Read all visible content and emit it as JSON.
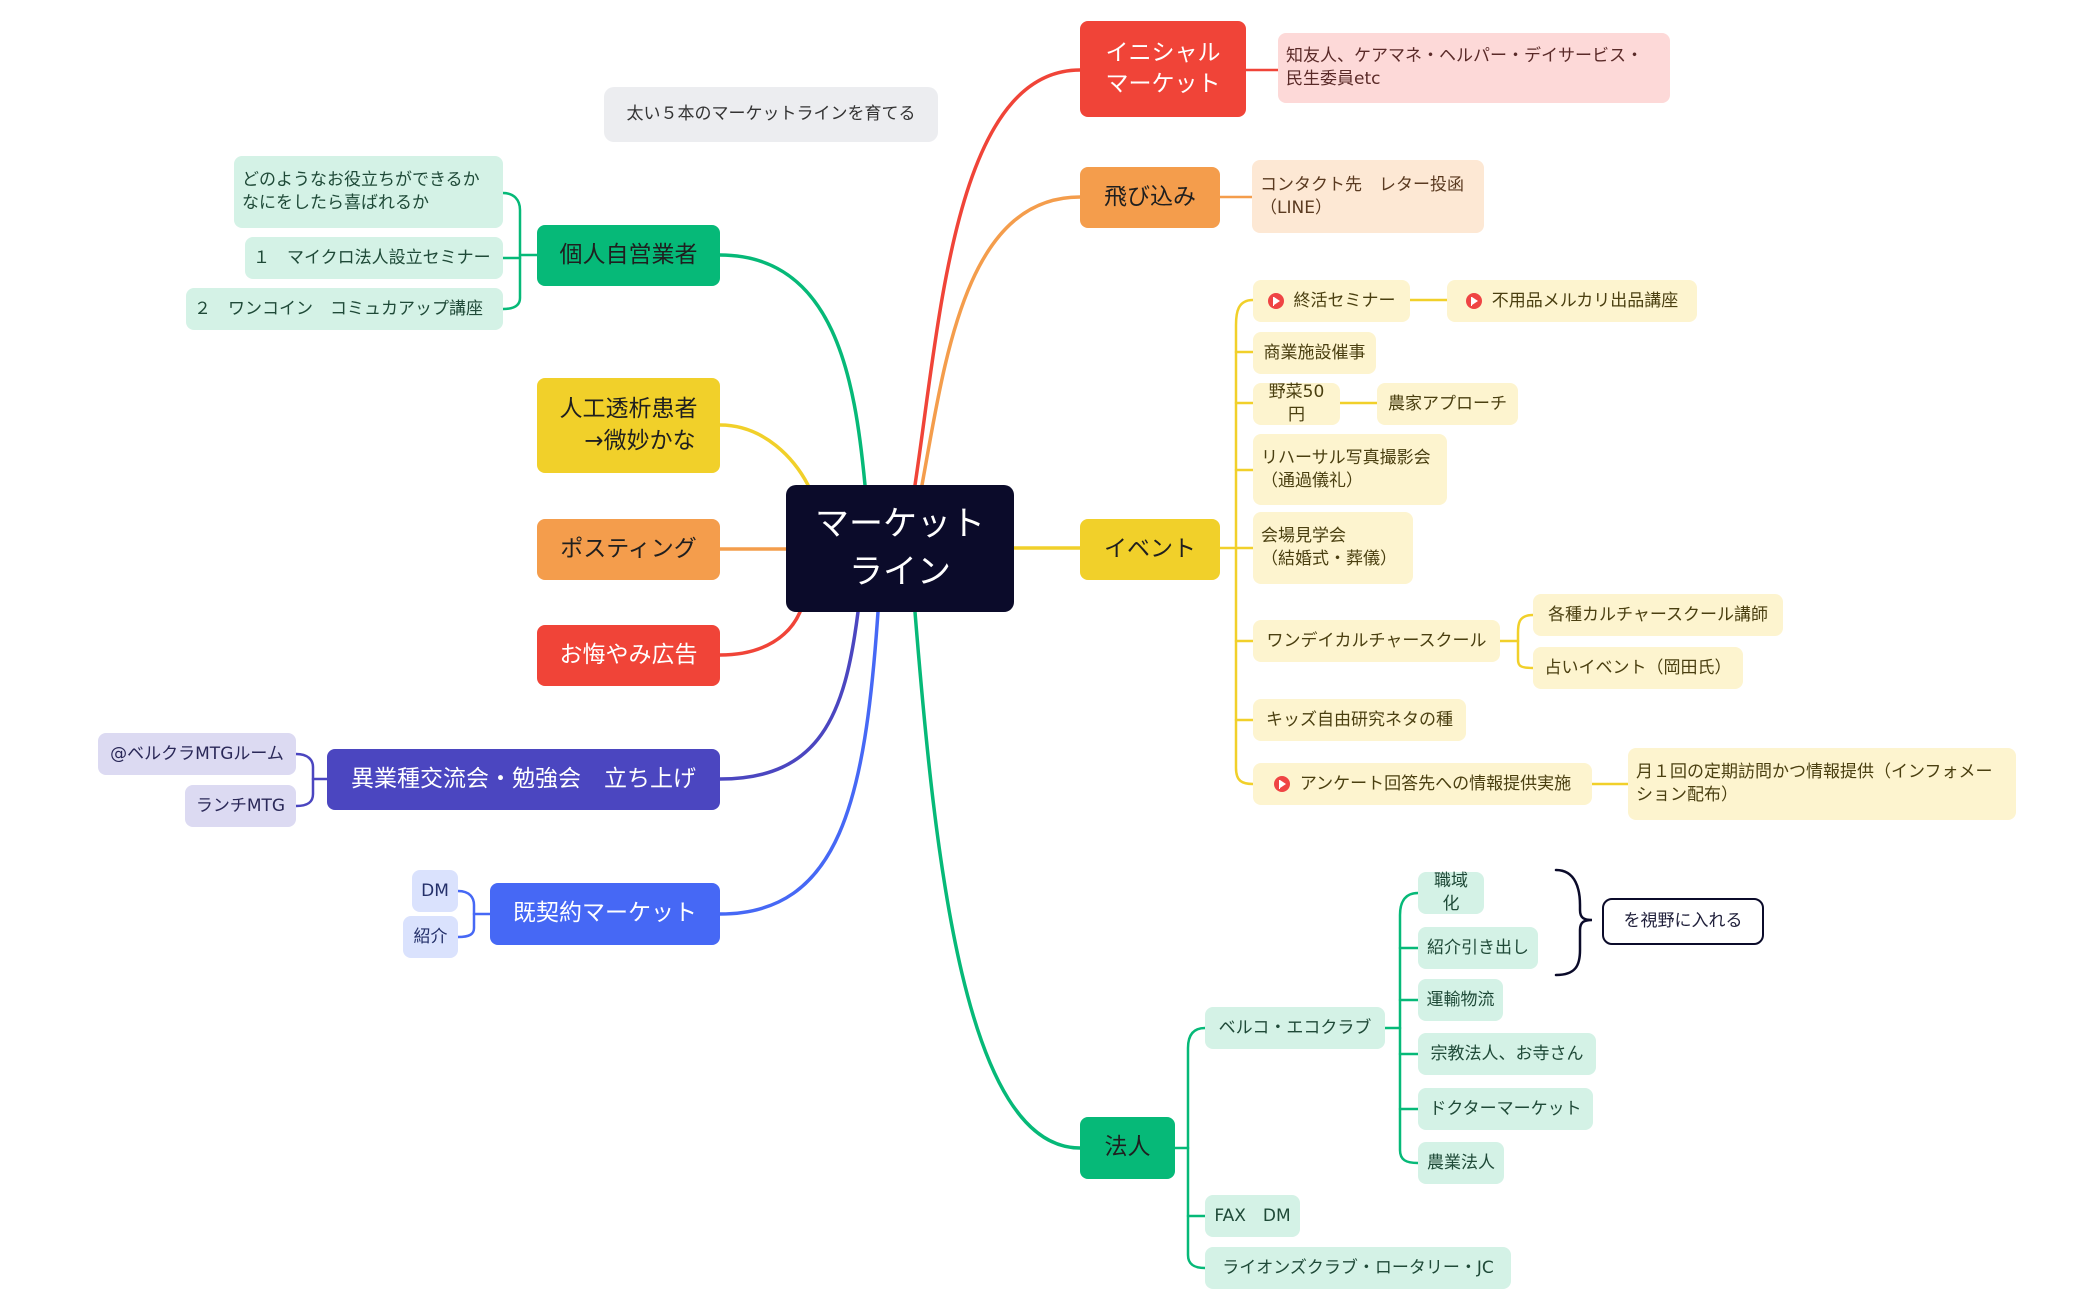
{
  "central": "マーケット\nライン",
  "note": "太い５本のマーケットラインを育てる",
  "initial": {
    "label": "イニシャル\nマーケット",
    "detail": "知友人、ケアマネ・ヘルパー・デイサービス・\n民生委員etc"
  },
  "tobikomi": {
    "label": "飛び込み",
    "detail": "コンタクト先　レター投函\n（LINE）"
  },
  "event": {
    "label": "イベント",
    "items": {
      "shukatsu": "終活セミナー",
      "mercari": "不用品メルカリ出品講座",
      "shogyo": "商業施設催事",
      "yasai": "野菜50円",
      "noka": "農家アプローチ",
      "rehearsal": "リハーサル写真撮影会\n（通過儀礼）",
      "kaijo": "会場見学会\n（結婚式・葬儀）",
      "oneday": "ワンデイカルチャースクール",
      "koshi": "各種カルチャースクール講師",
      "uranai": "占いイベント（岡田氏）",
      "kids": "キッズ自由研究ネタの種",
      "enquete": "アンケート回答先への情報提供実施",
      "monthly": "月１回の定期訪問かつ情報提供（インフォメー\nション配布）"
    }
  },
  "hojin": {
    "label": "法人",
    "bellco": "ベルコ・エコクラブ",
    "items": [
      "職域化",
      "紹介引き出し",
      "運輸物流",
      "宗教法人、お寺さん",
      "ドクターマーケット",
      "農業法人"
    ],
    "callout": "を視野に入れる",
    "fax": "FAX　DM",
    "lions": "ライオンズクラブ・ロータリー・JC"
  },
  "kojin": {
    "label": "個人自営業者",
    "items": [
      "どのようなお役立ちができるか\nなにをしたら喜ばれるか",
      "１　マイクロ法人設立セミナー",
      "２　ワンコイン　コミュカアップ講座"
    ]
  },
  "tousekiLabel": "人工透析患者\n　→微妙かな",
  "posting": "ポスティング",
  "okuyami": "お悔やみ広告",
  "igyoshu": {
    "label": "異業種交流会・勉強会　立ち上げ",
    "items": [
      "@ベルクラMTGルーム",
      "ランチMTG"
    ]
  },
  "kikeiyaku": {
    "label": "既契約マーケット",
    "items": [
      "DM",
      "紹介"
    ]
  },
  "colors": {
    "central": "#0b0b2a",
    "red": "#f04438",
    "orange": "#f49d4c",
    "yellow": "#f1d02a",
    "green": "#06b978",
    "indigo": "#4b46c0",
    "blue": "#4668f5"
  }
}
